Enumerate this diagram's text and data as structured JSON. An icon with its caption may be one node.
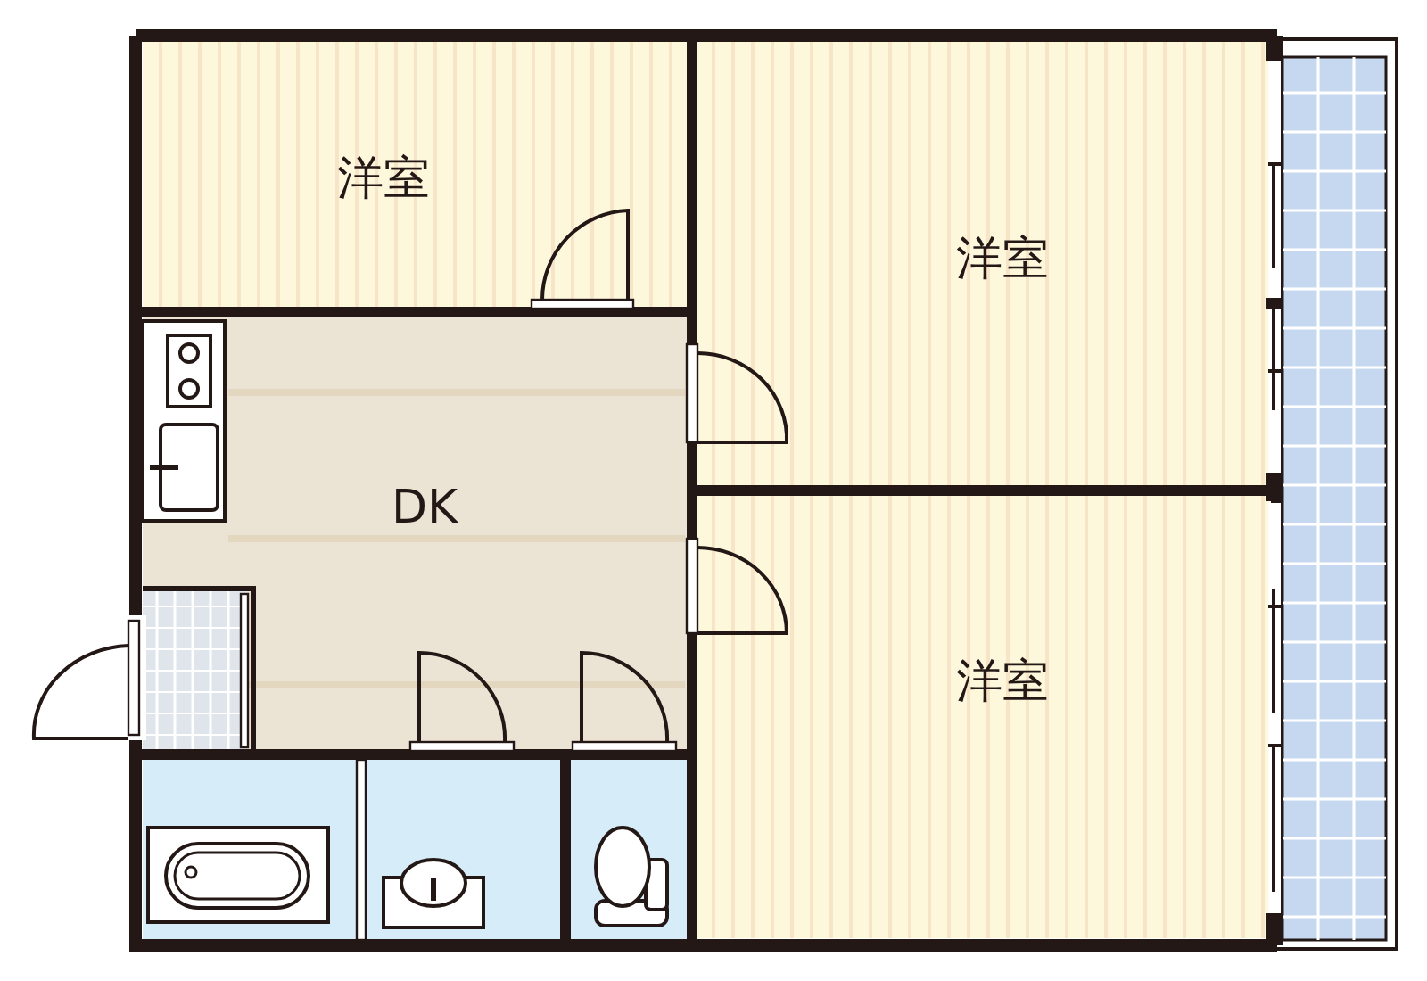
{
  "diagram": {
    "nodes": [
      {
        "text": [
          "洋室"
        ]
      },
      {
        "text": [
          "洋室"
        ]
      },
      {
        "text": [
          "DK"
        ]
      },
      {
        "text": [
          "洋室"
        ]
      }
    ]
  }
}
